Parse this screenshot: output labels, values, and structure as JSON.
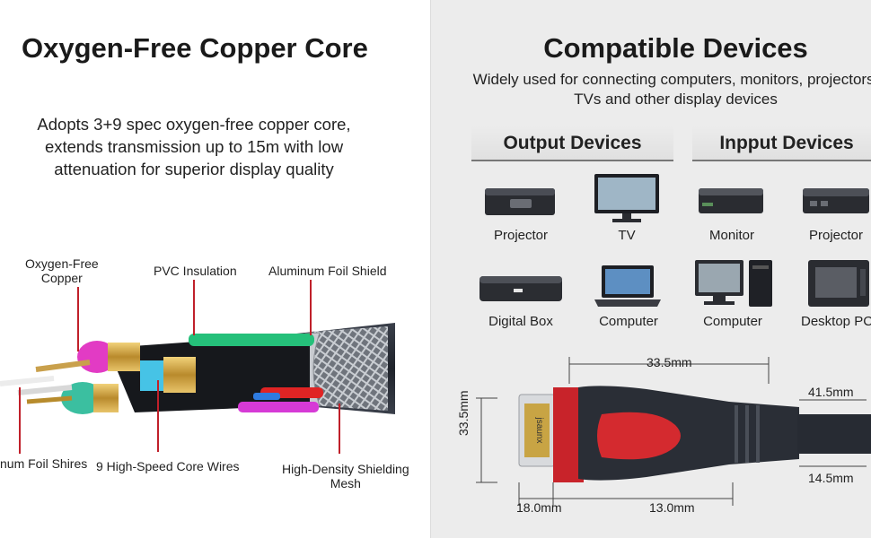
{
  "left": {
    "title": "Oxygen-Free Copper Core",
    "description_lines": [
      "Adopts 3+9 spec oxygen-free copper core,",
      "extends transmission up to 15m with low",
      "attenuation for superior display quality"
    ],
    "labels": {
      "oxygen_free_line1": "Oxygen-Free",
      "oxygen_free_line2": "Copper",
      "pvc": "PVC Insulation",
      "aluminum_shield": "Aluminum Foil Shield",
      "aluminum_shires": "num Foil Shires",
      "core_wires": "9 High-Speed Core Wires",
      "shielding_line1": "High-Density Shielding",
      "shielding_line2": "Mesh"
    },
    "leader_color": "#c0202a"
  },
  "right": {
    "title": "Compatible Devices",
    "subtitle_line1": "Widely used for connecting computers, monitors, projectors,",
    "subtitle_line2": "TVs and other display devices",
    "output_heading": "Output Devices",
    "input_heading": "Inpput Devices",
    "devices": {
      "projector_out": "Projector",
      "tv": "TV",
      "monitor": "Monitor",
      "projector_in": "Projector",
      "digital_box": "Digital Box",
      "computer_laptop": "Computer",
      "computer_desktop": "Computer",
      "desktop_pc": "Desktop PC"
    },
    "dimensions": {
      "top": "33.5mm",
      "left": "33.5mm",
      "right_top": "41.5mm",
      "right_bottom": "14.5mm",
      "bottom_left": "18.0mm",
      "bottom_mid": "13.0mm"
    },
    "connector_text": "jsaunx",
    "accent": "#d42a2f"
  }
}
